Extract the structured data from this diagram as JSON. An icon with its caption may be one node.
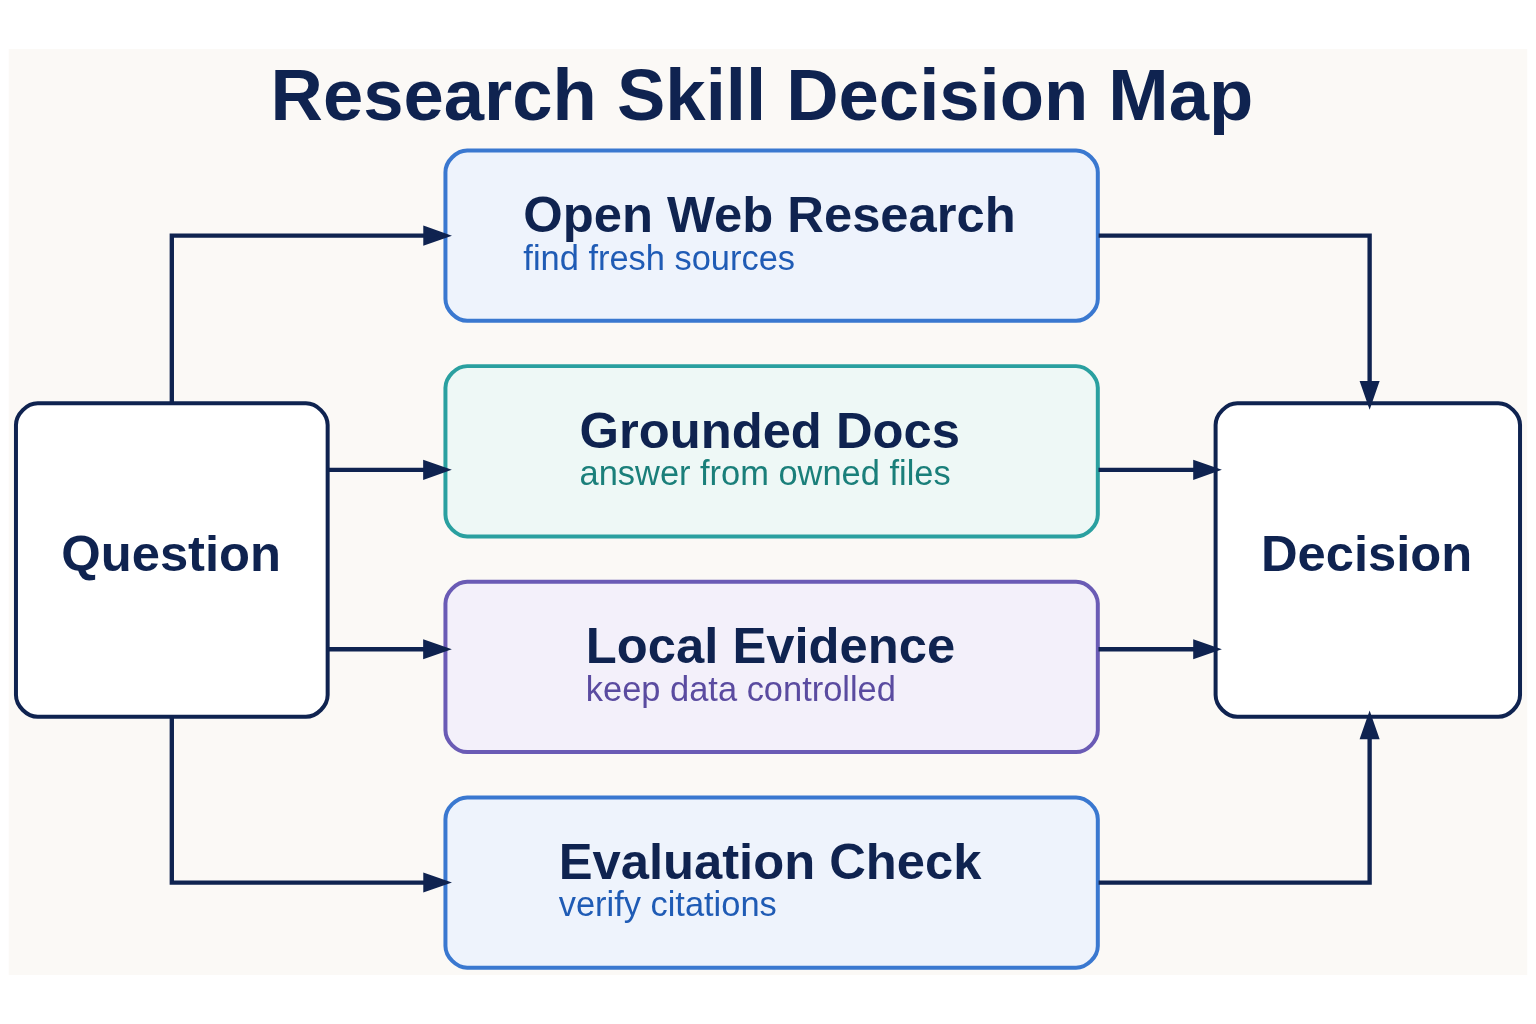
{
  "diagram": {
    "title": "Research Skill Decision Map",
    "nodes": [
      {
        "text": [
          "Question"
        ]
      },
      {
        "text": [
          "Open Web Research",
          "find fresh sources"
        ]
      },
      {
        "text": [
          "Grounded Docs",
          "answer from owned files"
        ]
      },
      {
        "text": [
          "Local Evidence",
          "keep data controlled"
        ]
      },
      {
        "text": [
          "Evaluation Check",
          "verify citations"
        ]
      },
      {
        "text": [
          "Decision"
        ]
      }
    ],
    "edges": [
      {
        "from": 0,
        "to": 1,
        "arrow": "to"
      },
      {
        "from": 0,
        "to": 2,
        "arrow": "to"
      },
      {
        "from": 0,
        "to": 3,
        "arrow": "to"
      },
      {
        "from": 0,
        "to": 4,
        "arrow": "to"
      },
      {
        "from": 1,
        "to": 5,
        "arrow": "to"
      },
      {
        "from": 2,
        "to": 5,
        "arrow": "to"
      },
      {
        "from": 3,
        "to": 5,
        "arrow": "to"
      },
      {
        "from": 4,
        "to": 5,
        "arrow": "to"
      }
    ]
  }
}
